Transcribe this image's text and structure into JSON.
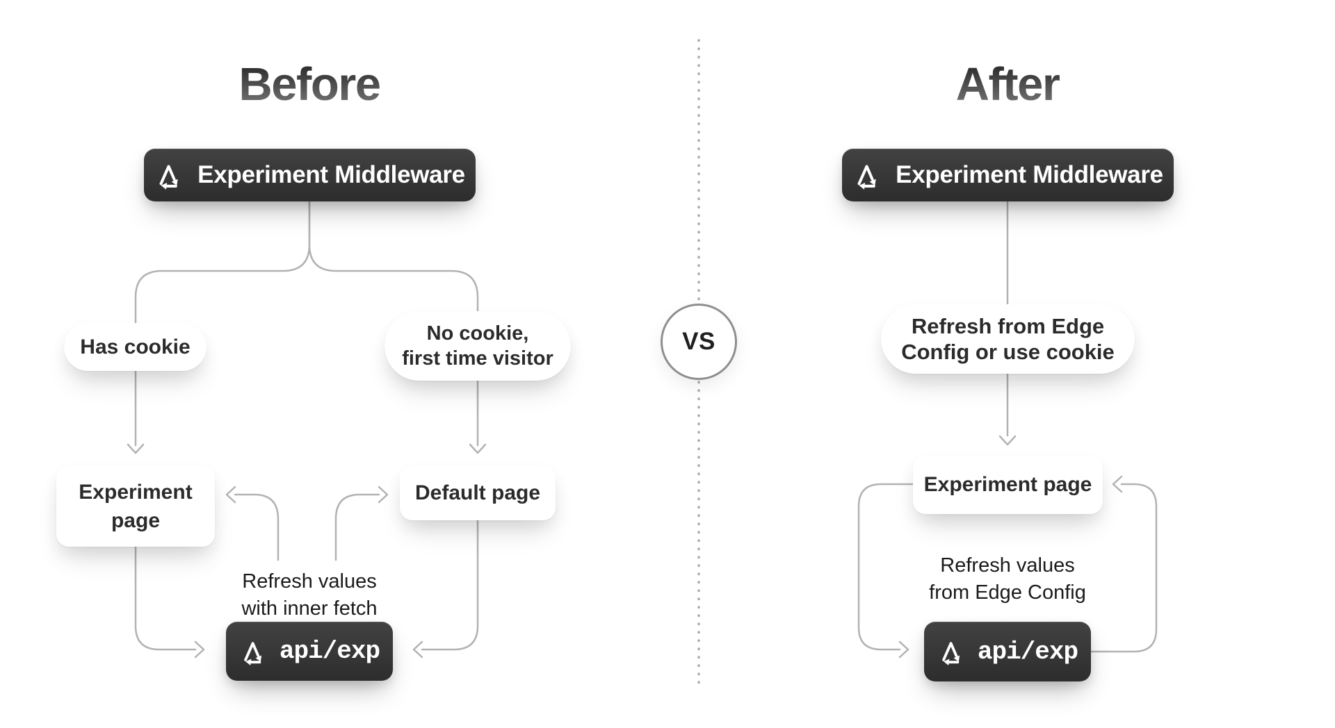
{
  "divider": {
    "vs_label": "VS"
  },
  "before": {
    "title": "Before",
    "middleware_label": "Experiment Middleware",
    "has_cookie_label": "Has cookie",
    "no_cookie_line1": "No cookie,",
    "no_cookie_line2": "first time visitor",
    "experiment_page_line1": "Experiment",
    "experiment_page_line2": "page",
    "default_page_label": "Default page",
    "refresh_note_line1": "Refresh values",
    "refresh_note_line2": "with inner fetch",
    "api_label": "api/exp"
  },
  "after": {
    "title": "After",
    "middleware_label": "Experiment Middleware",
    "refresh_pill_line1": "Refresh from Edge",
    "refresh_pill_line2": "Config or use cookie",
    "experiment_page_label": "Experiment page",
    "refresh_note_line1": "Refresh values",
    "refresh_note_line2": "from Edge Config",
    "api_label": "api/exp"
  },
  "icons": {
    "middleware_icon": "cycle-triangle-icon",
    "api_icon": "cycle-triangle-icon"
  },
  "colors": {
    "dark_pill": "#333333",
    "connector_line": "#b2b2b2",
    "node_text": "#2b2b2b",
    "white_node": "#ffffff",
    "background": "#ffffff"
  }
}
